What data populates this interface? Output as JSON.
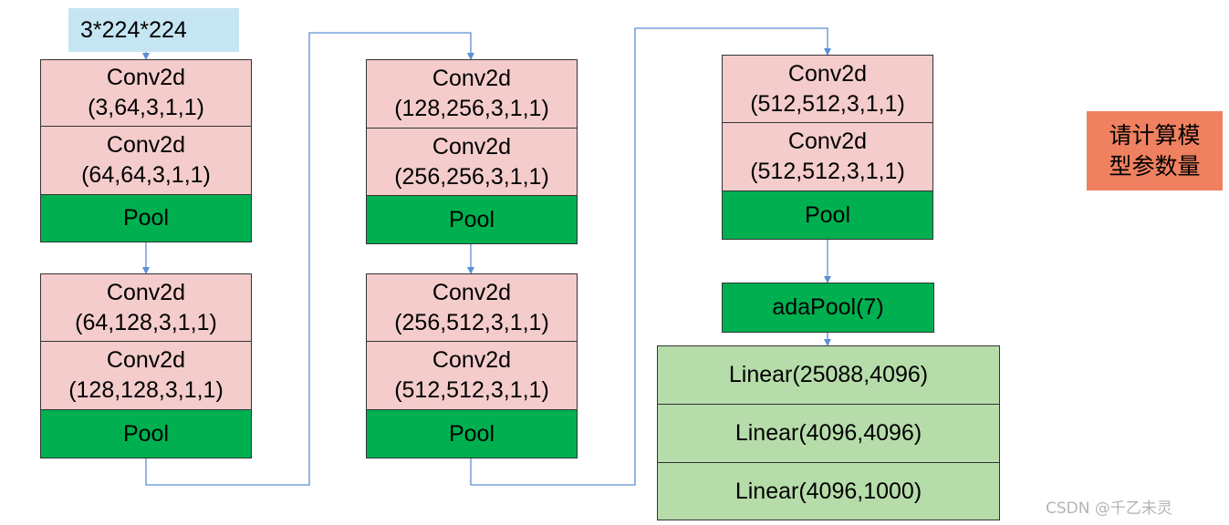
{
  "input_label": "3*224*224",
  "blocks": [
    {
      "conv": [
        {
          "name": "Conv2d",
          "params": "(3,64,3,1,1)"
        },
        {
          "name": "Conv2d",
          "params": "(64,64,3,1,1)"
        }
      ],
      "pool": "Pool"
    },
    {
      "conv": [
        {
          "name": "Conv2d",
          "params": "(64,128,3,1,1)"
        },
        {
          "name": "Conv2d",
          "params": "(128,128,3,1,1)"
        }
      ],
      "pool": "Pool"
    },
    {
      "conv": [
        {
          "name": "Conv2d",
          "params": "(128,256,3,1,1)"
        },
        {
          "name": "Conv2d",
          "params": "(256,256,3,1,1)"
        }
      ],
      "pool": "Pool"
    },
    {
      "conv": [
        {
          "name": "Conv2d",
          "params": "(256,512,3,1,1)"
        },
        {
          "name": "Conv2d",
          "params": "(512,512,3,1,1)"
        }
      ],
      "pool": "Pool"
    },
    {
      "conv": [
        {
          "name": "Conv2d",
          "params": "(512,512,3,1,1)"
        },
        {
          "name": "Conv2d",
          "params": "(512,512,3,1,1)"
        }
      ],
      "pool": "Pool"
    }
  ],
  "adapool": "adaPool(7)",
  "linears": [
    "Linear(25088,4096)",
    "Linear(4096,4096)",
    "Linear(4096,1000)"
  ],
  "question": {
    "line1": "请计算模",
    "line2": "型参数量"
  },
  "watermark": "CSDN @千乙未灵",
  "colors": {
    "conv": "#f4cccc",
    "pool": "#00b050",
    "linear": "#b6dcaa",
    "input": "#c5e5f2",
    "question": "#f08160",
    "connector": "#5b8fd6"
  }
}
